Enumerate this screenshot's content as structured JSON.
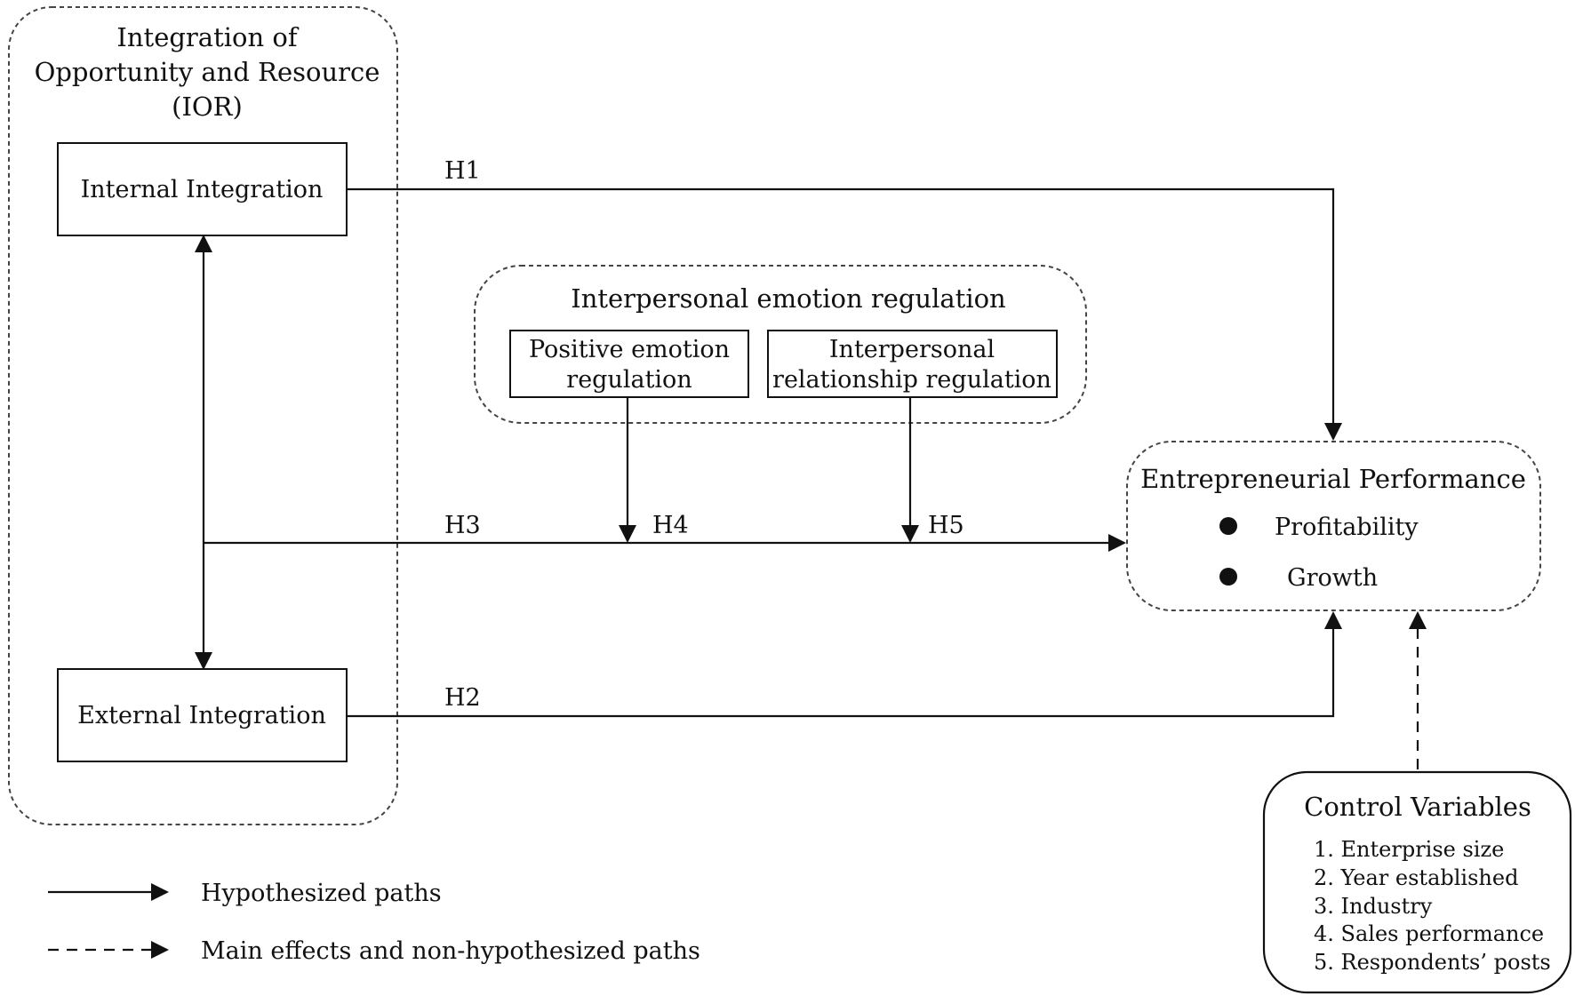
{
  "ior": {
    "title_line1": "Integration of",
    "title_line2": "Opportunity and Resource",
    "title_line3": "(IOR)",
    "internal": "Internal Integration",
    "external": "External Integration"
  },
  "ier": {
    "title": "Interpersonal emotion regulation",
    "positive_line1": "Positive emotion",
    "positive_line2": "regulation",
    "relationship_line1": "Interpersonal",
    "relationship_line2": "relationship regulation"
  },
  "performance": {
    "title": "Entrepreneurial Performance",
    "items": [
      "Profitability",
      "Growth"
    ]
  },
  "controls": {
    "title": "Control Variables",
    "items": [
      "1. Enterprise size",
      "2. Year established",
      "3. Industry",
      "4. Sales performance",
      "5. Respondents’ posts"
    ]
  },
  "hypotheses": {
    "h1": "H1",
    "h2": "H2",
    "h3": "H3",
    "h4": "H4",
    "h5": "H5"
  },
  "legend": {
    "solid": "Hypothesized paths",
    "dashed": "Main effects and non-hypothesized paths"
  }
}
